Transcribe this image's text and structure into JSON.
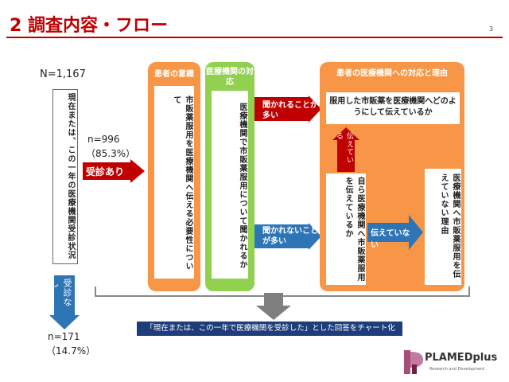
{
  "header": {
    "title": "2 調査内容・フロー",
    "page_number": "3"
  },
  "sample": {
    "total": "N=1,167",
    "survey_label": "現在または、この一年の医療機関受診状況",
    "visited_n": "n=996",
    "visited_pct": "（85.3%）",
    "visited_label": "受診あり",
    "not_visited_label": "受診なし",
    "not_visited_n": "n=171",
    "not_visited_pct": "（14.7%）"
  },
  "columns": {
    "awareness": {
      "title": "患者の意識",
      "body": "市販薬服用を医療機関へ伝える必要性について"
    },
    "medical": {
      "title": "医療機関の対応",
      "body": "医療機関で市販薬服用について聞かれるか"
    },
    "response": {
      "title": "患者の医療機関への対応と理由",
      "top": "服用した市販薬を医療機関へどのようにして伝えているか",
      "left": "自ら医療機関へ市販薬服用を伝えているか",
      "right": "医療機関へ市販薬服用を伝えていない理由"
    }
  },
  "arrows": {
    "asked": "聞かれることが多い",
    "not_asked": "聞かれないことが多い",
    "conveyed": "伝えている",
    "not_conveyed": "伝えていない"
  },
  "note": "「現在または、この一年で医療機関を受診した」とした回答をチャート化",
  "logo": {
    "name": "PLAMEDplus",
    "sub": "Research and Development"
  },
  "colors": {
    "title_red": "#c00000",
    "orange": "#f79646",
    "green": "#92d050",
    "arrow_red": "#c00000",
    "arrow_blue": "#2e75b6",
    "navy": "#1f3d7a"
  }
}
